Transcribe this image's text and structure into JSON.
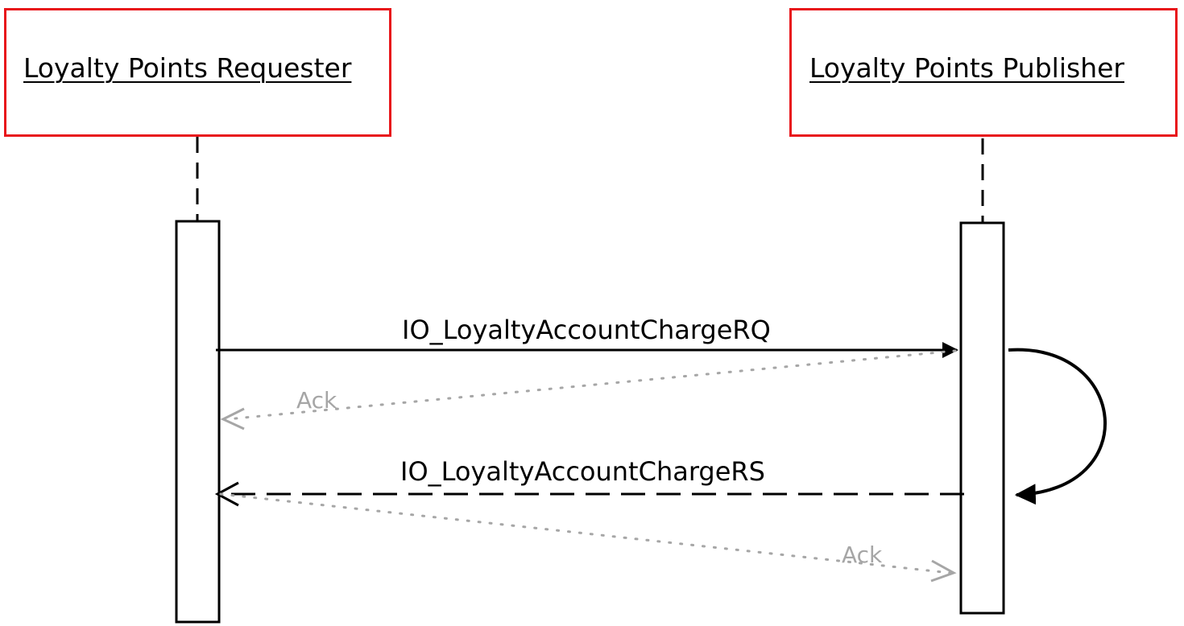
{
  "participants": {
    "requester": {
      "label": "Loyalty Points Requester"
    },
    "publisher": {
      "label": "Loyalty Points Publisher"
    }
  },
  "messages": {
    "request": {
      "label": "IO_LoyaltyAccountChargeRQ"
    },
    "ack_to_requester": {
      "label": "Ack"
    },
    "response": {
      "label": "IO_LoyaltyAccountChargeRS"
    },
    "ack_to_publisher": {
      "label": "Ack"
    }
  },
  "colors": {
    "participant_border": "#e8151b",
    "line": "#000000",
    "ack": "#a6a6a6",
    "activation_fill": "#ffffff"
  }
}
